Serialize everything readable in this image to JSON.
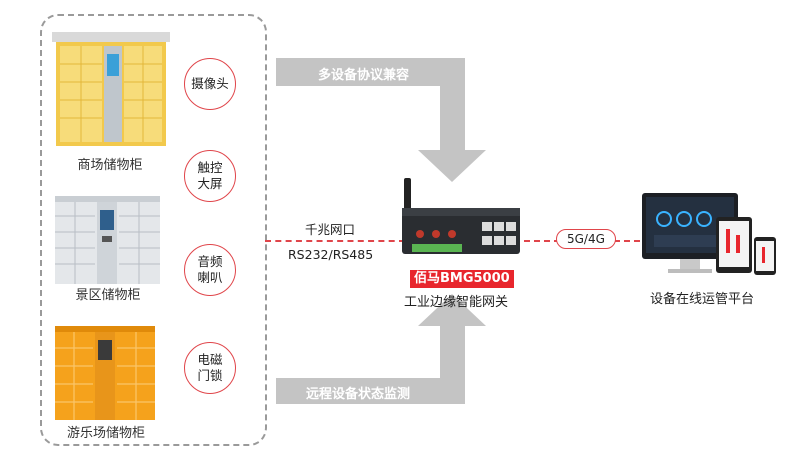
{
  "lockers": [
    {
      "label": "商场储物柜"
    },
    {
      "label": "景区储物柜"
    },
    {
      "label": "游乐场储物柜"
    }
  ],
  "peripherals": [
    {
      "label": "摄像头"
    },
    {
      "label": "触控\n大屏"
    },
    {
      "label": "音频\n喇叭"
    },
    {
      "label": "电磁\n门锁"
    }
  ],
  "top_arrow": {
    "label": "多设备协议兼容"
  },
  "bottom_arrow": {
    "label": "远程设备状态监测"
  },
  "left_link": {
    "line1": "千兆网口",
    "line2": "RS232/RS485"
  },
  "router": {
    "model": "佰马BMG5000",
    "name": "工业边缘智能网关"
  },
  "right_link": {
    "label": "5G/4G"
  },
  "platform": {
    "label": "设备在线运管平台"
  },
  "colors": {
    "accent": "#e8262d",
    "arrow": "#c4c4c4",
    "locker_yellow": "#f5d46a",
    "locker_orange": "#f5a21c"
  }
}
